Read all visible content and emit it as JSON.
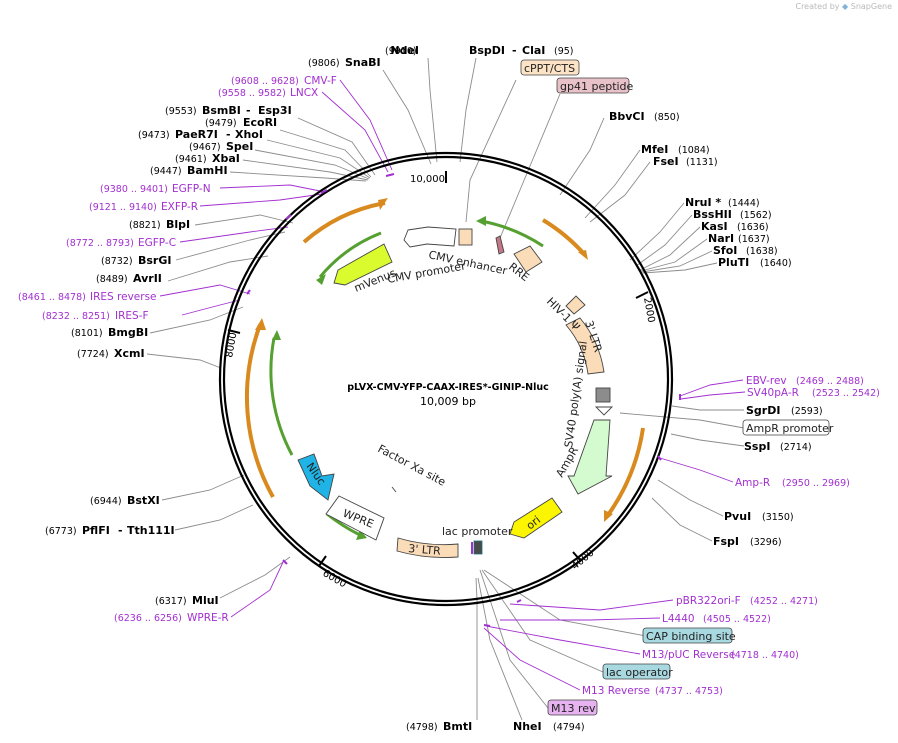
{
  "brand": {
    "prefix": "Created by",
    "name": "SnapGene"
  },
  "plasmid": {
    "name": "pLVX-CMV-YFP-CAAX-IRES*-GINIP-Nluc",
    "size": "10,009 bp"
  },
  "ticks": [
    "10,000",
    "2000",
    "4000",
    "6000",
    "8000"
  ],
  "enzymes": [
    {
      "name": "NdeI",
      "pos": "(9910)"
    },
    {
      "name": "SnaBI",
      "pos": "(9806)"
    },
    {
      "name": "BsmBI",
      "pos": "(9553)"
    },
    {
      "name": "Esp3I",
      "pos": ""
    },
    {
      "name": "EcoRI",
      "pos": "(9479)"
    },
    {
      "name": "PaeR7I",
      "pos": "(9473)"
    },
    {
      "name": "XhoI",
      "pos": ""
    },
    {
      "name": "SpeI",
      "pos": "(9467)"
    },
    {
      "name": "XbaI",
      "pos": "(9461)"
    },
    {
      "name": "BamHI",
      "pos": "(9447)"
    },
    {
      "name": "BlpI",
      "pos": "(8821)"
    },
    {
      "name": "BsrGI",
      "pos": "(8732)"
    },
    {
      "name": "AvrII",
      "pos": "(8489)"
    },
    {
      "name": "BmgBI",
      "pos": "(8101)"
    },
    {
      "name": "XcmI",
      "pos": "(7724)"
    },
    {
      "name": "BstXI",
      "pos": "(6944)"
    },
    {
      "name": "PflFI",
      "pos": "(6773)"
    },
    {
      "name": "Tth111I",
      "pos": ""
    },
    {
      "name": "MluI",
      "pos": "(6317)"
    },
    {
      "name": "BmtI",
      "pos": "(4798)"
    },
    {
      "name": "NheI",
      "pos": "(4794)"
    },
    {
      "name": "BspDI",
      "pos": ""
    },
    {
      "name": "ClaI",
      "pos": "(95)"
    },
    {
      "name": "BbvCI",
      "pos": "(850)"
    },
    {
      "name": "MfeI",
      "pos": "(1084)"
    },
    {
      "name": "FseI",
      "pos": "(1131)"
    },
    {
      "name": "NruI *",
      "pos": "(1444)"
    },
    {
      "name": "BssHII",
      "pos": "(1562)"
    },
    {
      "name": "KasI",
      "pos": "(1636)"
    },
    {
      "name": "NarI",
      "pos": "(1637)"
    },
    {
      "name": "SfoI",
      "pos": "(1638)"
    },
    {
      "name": "PluTI",
      "pos": "(1640)"
    },
    {
      "name": "SgrDI",
      "pos": "(2593)"
    },
    {
      "name": "SspI",
      "pos": "(2714)"
    },
    {
      "name": "PvuI",
      "pos": "(3150)"
    },
    {
      "name": "FspI",
      "pos": "(3296)"
    }
  ],
  "primers": [
    {
      "name": "CMV-F",
      "pos": "(9608 .. 9628)"
    },
    {
      "name": "LNCX",
      "pos": "(9558 .. 9582)"
    },
    {
      "name": "EGFP-N",
      "pos": "(9380 .. 9401)"
    },
    {
      "name": "EXFP-R",
      "pos": "(9121 .. 9140)"
    },
    {
      "name": "EGFP-C",
      "pos": "(8772 .. 8793)"
    },
    {
      "name": "IRES reverse",
      "pos": "(8461 .. 8478)"
    },
    {
      "name": "IRES-F",
      "pos": "(8232 .. 8251)"
    },
    {
      "name": "WPRE-R",
      "pos": "(6236 .. 6256)"
    },
    {
      "name": "EBV-rev",
      "pos": "(2469 .. 2488)"
    },
    {
      "name": "SV40pA-R",
      "pos": "(2523 .. 2542)"
    },
    {
      "name": "Amp-R",
      "pos": "(2950 .. 2969)"
    },
    {
      "name": "pBR322ori-F",
      "pos": "(4252 .. 4271)"
    },
    {
      "name": "L4440",
      "pos": "(4505 .. 4522)"
    },
    {
      "name": "M13/pUC Reverse",
      "pos": "(4718 .. 4740)"
    },
    {
      "name": "M13 Reverse",
      "pos": "(4737 .. 4753)"
    }
  ],
  "boxed_labels": [
    {
      "name": "cPPT/CTS",
      "color": "#fde3c5"
    },
    {
      "name": "gp41 peptide",
      "color": "#e8c1c9"
    },
    {
      "name": "AmpR promoter",
      "color": "#ffffff"
    },
    {
      "name": "CAP binding site",
      "color": "#a8d8e0"
    },
    {
      "name": "lac operator",
      "color": "#a8d8e0"
    },
    {
      "name": "M13 rev",
      "color": "#e6b3f0"
    }
  ],
  "feature_labels": {
    "cmv_enhancer": "CMV enhancer",
    "cmv_promoter": "CMV promoter",
    "mvenus": "mVenus",
    "rre": "RRE",
    "psi": "HIV-1 Ψ",
    "ltr5": "3' LTR",
    "sv40": "SV40 poly(A) signal",
    "ampr": "AmpR",
    "ori": "ori",
    "lac_promoter": "lac promoter",
    "ltr3": "3' LTR",
    "wpre": "WPRE",
    "nluc": "Nluc",
    "factor_xa": "Factor Xa site"
  },
  "colors": {
    "primer": "#a22fd0",
    "ltr": "#fbdcb8",
    "mvenus": "#dafb2e",
    "ampr": "#d4fbd0",
    "ori": "#fbf600",
    "nluc": "#1fb3e6",
    "orange_arrow": "#d98a1f",
    "green_arrow": "#55a030"
  }
}
